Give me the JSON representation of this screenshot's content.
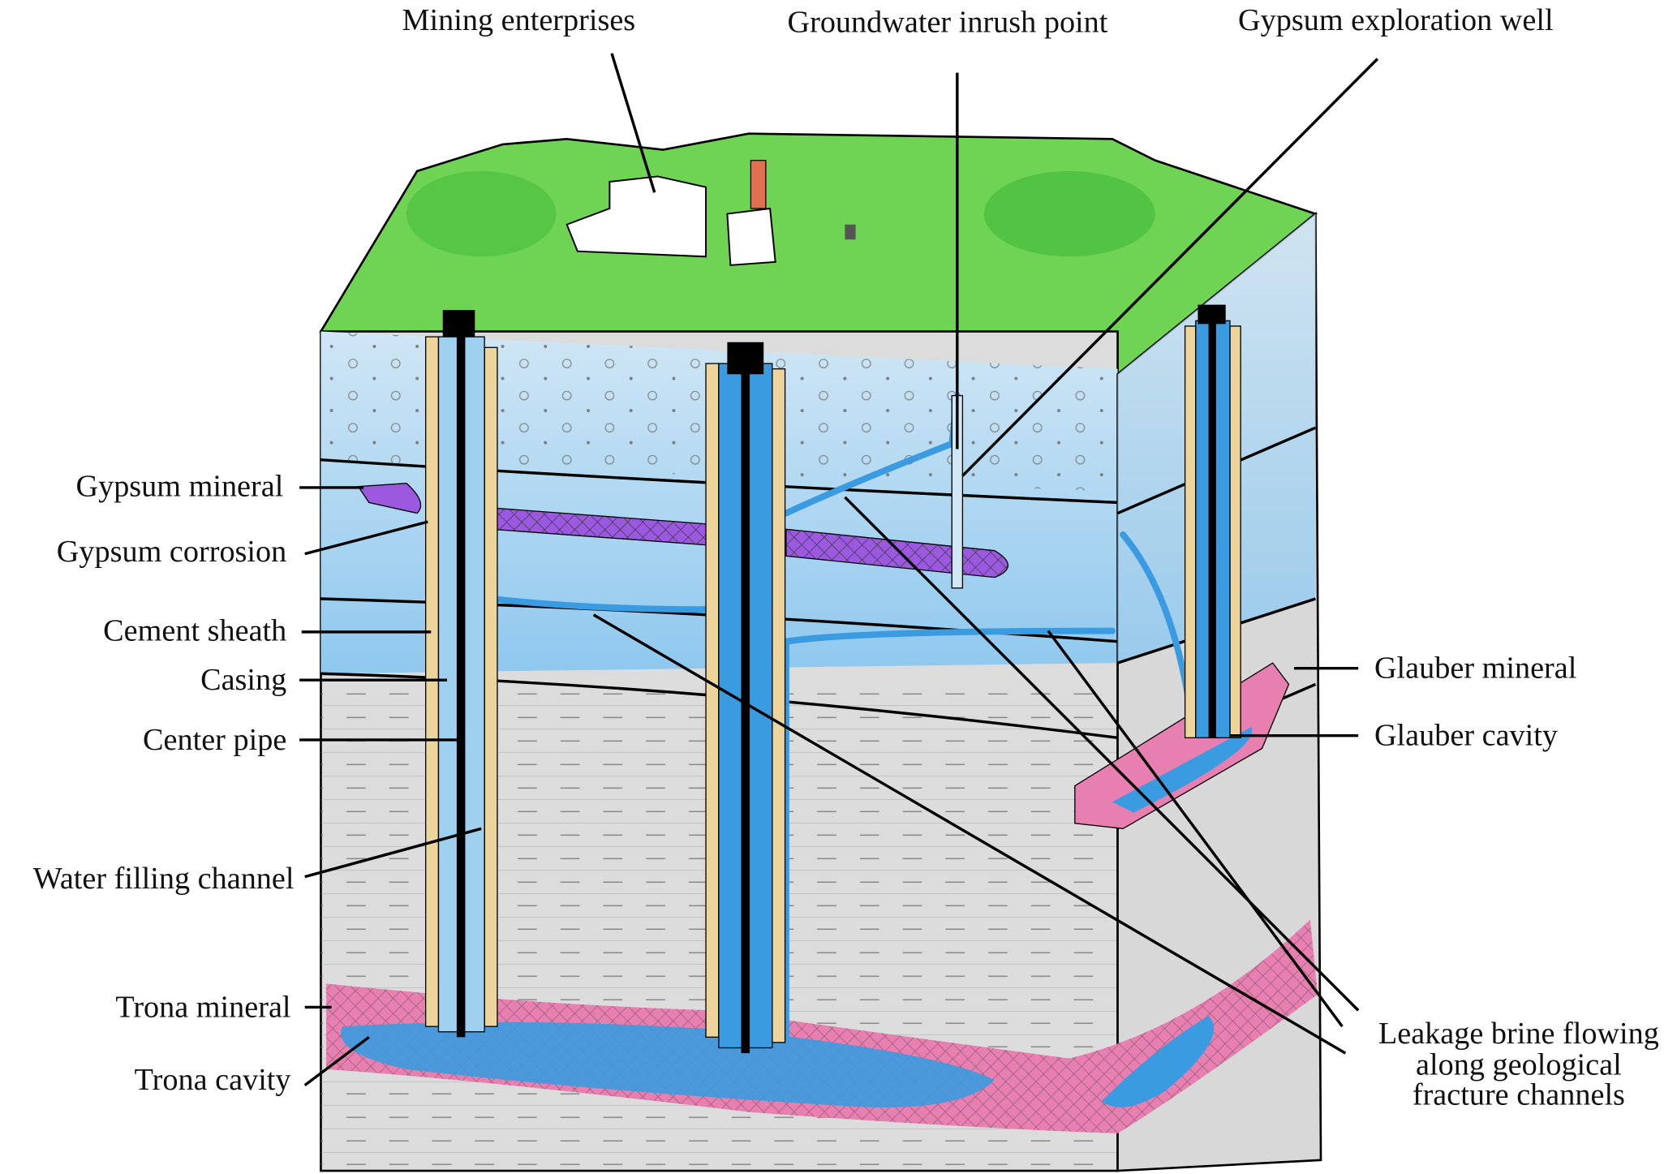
{
  "labels": {
    "mining_enterprises": "Mining enterprises",
    "groundwater_inrush_point": "Groundwater inrush point",
    "gypsum_exploration_well": "Gypsum exploration well",
    "gypsum_mineral": "Gypsum mineral",
    "gypsum_corrosion": "Gypsum corrosion",
    "cement_sheath": "Cement sheath",
    "casing": "Casing",
    "center_pipe": "Center pipe",
    "water_filling_channel": "Water filling channel",
    "trona_mineral": "Trona mineral",
    "trona_cavity": "Trona cavity",
    "glauber_mineral": "Glauber mineral",
    "glauber_cavity": "Glauber cavity",
    "leakage_line1": "Leakage brine flowing",
    "leakage_line2": "along geological",
    "leakage_line3": "fracture channels"
  },
  "colors": {
    "surface": "#5fd04a",
    "aquifer": "#9fd0f0",
    "water": "#3a9be0",
    "rock": "#d9d9d9",
    "trona": "#e77fb0",
    "gypsum": "#9b59e0",
    "cement": "#ecd49a"
  }
}
